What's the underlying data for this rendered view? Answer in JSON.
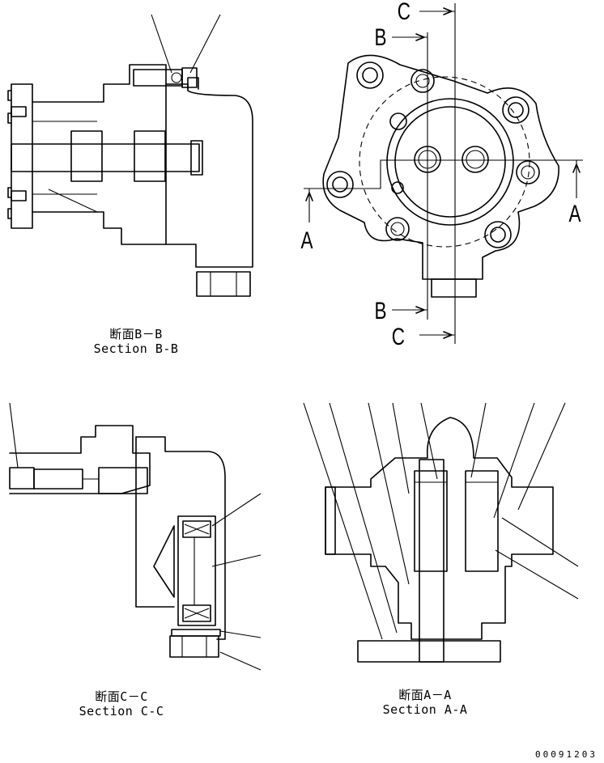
{
  "sections": {
    "b": {
      "title_jp": "断面B－B",
      "title_en": "Section B-B"
    },
    "a": {
      "title_jp": "断面A－A",
      "title_en": "Section A-A"
    },
    "c": {
      "title_jp": "断面C－C",
      "title_en": "Section C-C"
    }
  },
  "markers": {
    "c_top": "C",
    "b_top": "B",
    "a_left": "A",
    "a_right": "A",
    "b_bottom": "B",
    "c_bottom": "C"
  },
  "doc_number": "00091203"
}
